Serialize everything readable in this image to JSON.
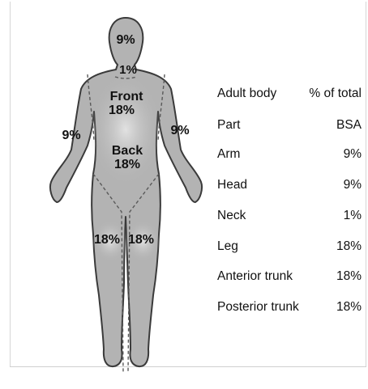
{
  "figure": {
    "regions": {
      "head": "9%",
      "neck": "1%",
      "front_title": "Front",
      "front_value": "18%",
      "back_title": "Back",
      "back_value": "18%",
      "left_arm": "9%",
      "right_arm": "9%",
      "left_leg": "18%",
      "right_leg": "18%"
    },
    "colors": {
      "body_fill": "#b3b3b3",
      "outline": "#3a3a3a",
      "highlight": "#d9d9d9"
    }
  },
  "table": {
    "header": {
      "col1_line1": "Adult body",
      "col1_line2": "Part",
      "col2_line1": "% of total",
      "col2_line2": "BSA"
    },
    "rows": [
      {
        "part": "Arm",
        "value": "9%"
      },
      {
        "part": "Head",
        "value": "9%"
      },
      {
        "part": "Neck",
        "value": "1%"
      },
      {
        "part": "Leg",
        "value": "18%"
      },
      {
        "part": "Anterior trunk",
        "value": "18%"
      },
      {
        "part": "Posterior trunk",
        "value": "18%"
      }
    ]
  }
}
